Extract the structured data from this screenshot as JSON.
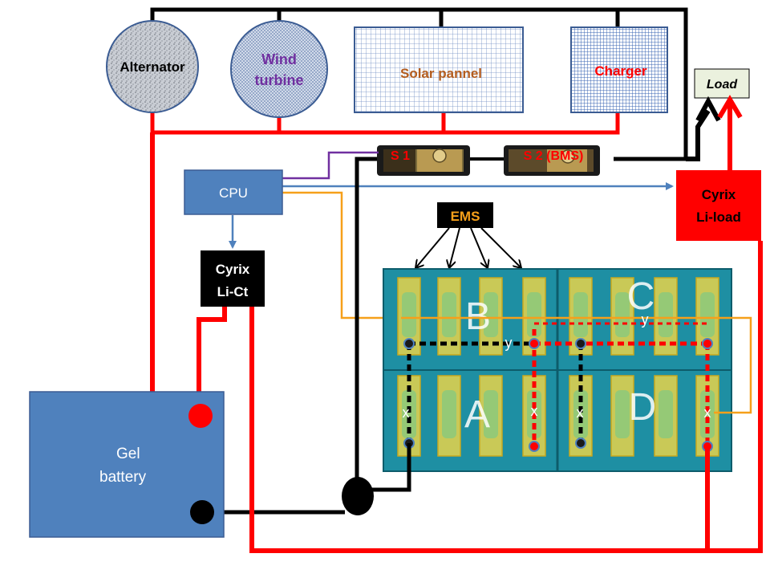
{
  "sources": {
    "alternator": "Alternator",
    "wind_turbine_line1": "Wind",
    "wind_turbine_line2": "turbine",
    "solar_panel": "Solar pannel",
    "charger": "Charger"
  },
  "load": "Load",
  "cpu": "CPU",
  "switches": {
    "s1": "S 1",
    "s2": "S 2 (BMS)"
  },
  "cyrix_li_load": {
    "line1": "Cyrix",
    "line2": "Li-load"
  },
  "cyrix_li_ct": {
    "line1": "Cyrix",
    "line2": "Li-Ct"
  },
  "ems": "EMS",
  "gel_battery": {
    "line1": "Gel",
    "line2": "battery"
  },
  "battery_cells": [
    "A",
    "B",
    "C",
    "D"
  ],
  "cell_marks": [
    "x",
    "y"
  ],
  "colors": {
    "positive_wire": "#ff0000",
    "negative_wire": "#000000",
    "signal_wire_blue": "#4f81bd",
    "signal_wire_orange": "#f6a01a",
    "signal_wire_purple": "#7030a0",
    "box_blue": "#4f81bd",
    "module_teal": "#1e8fa3",
    "terminal_yellow": "#e8d34a"
  }
}
